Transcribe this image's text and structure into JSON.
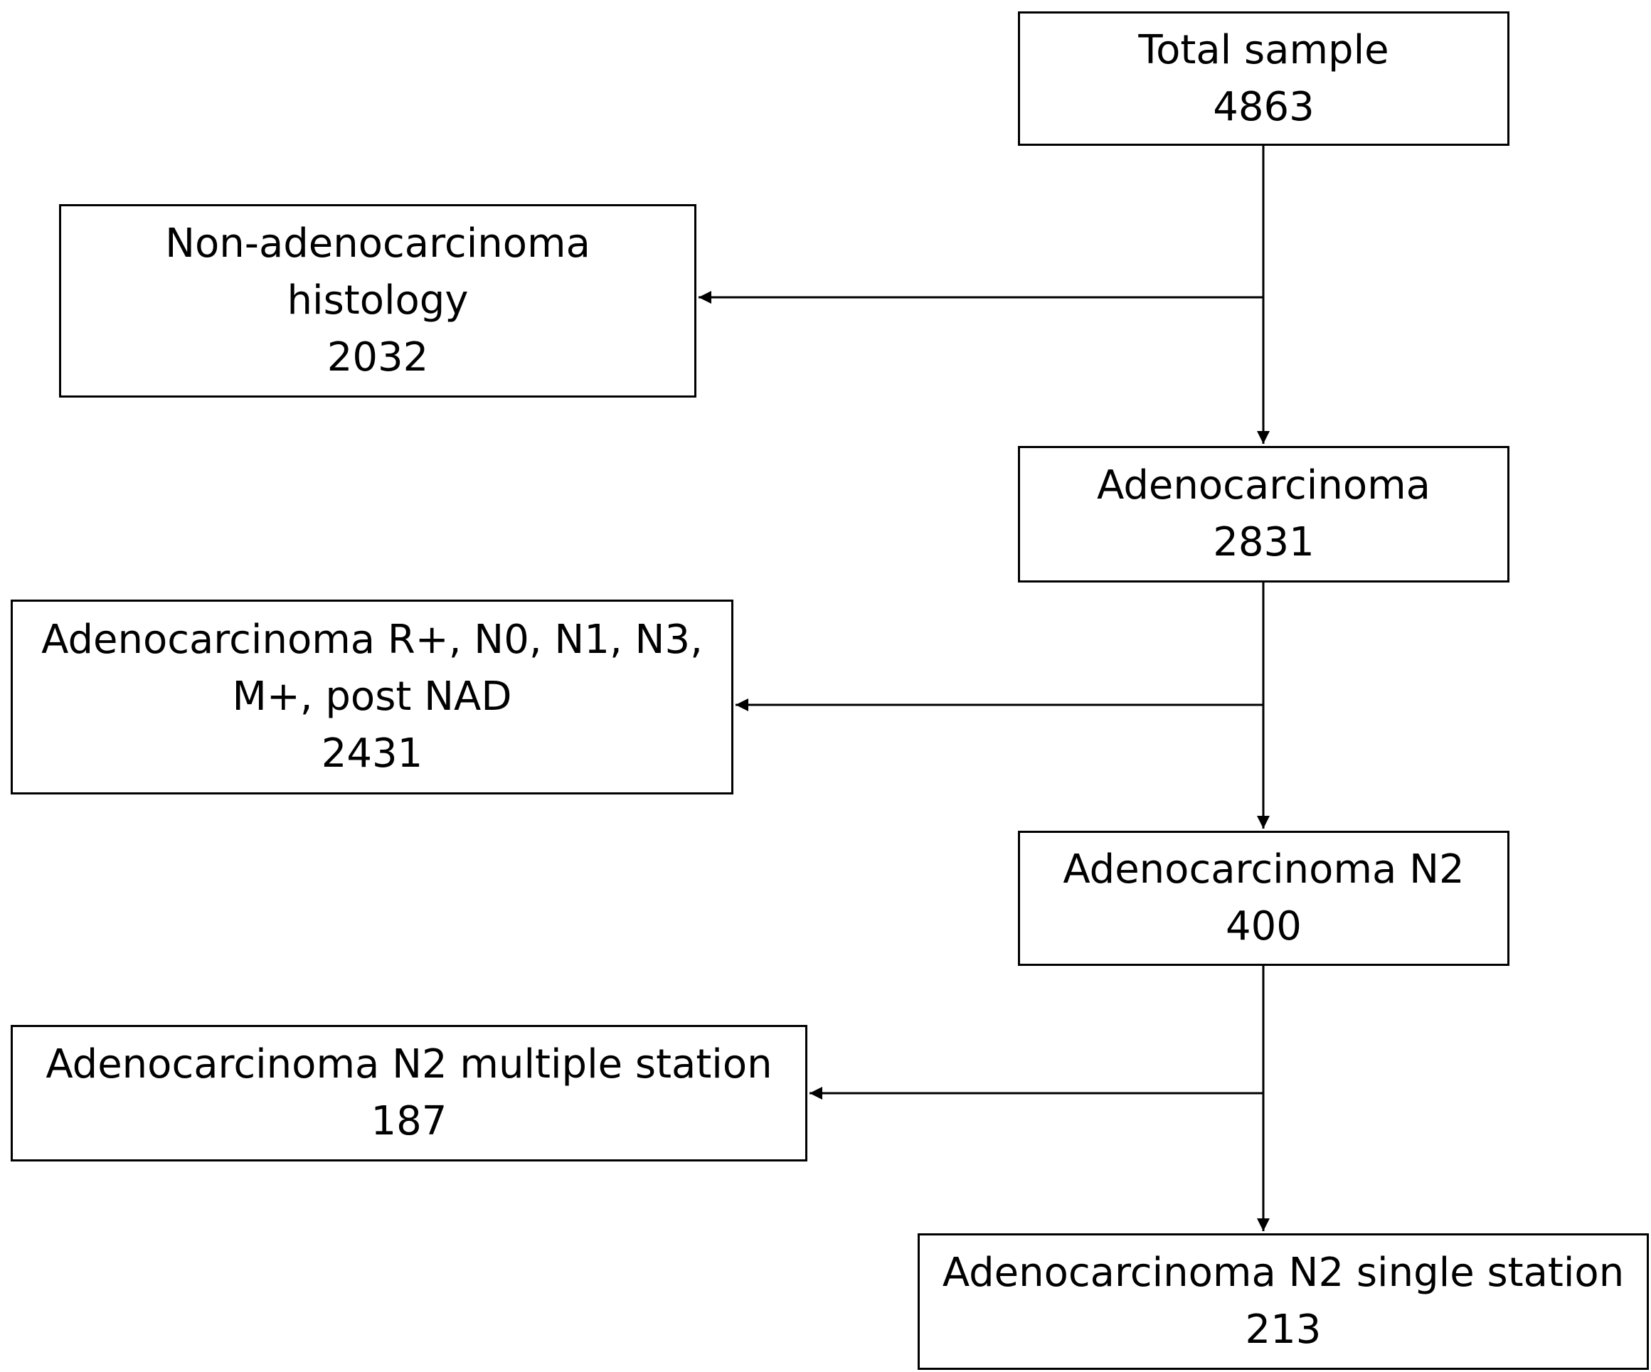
{
  "flowchart": {
    "total": {
      "label": "Total sample",
      "count": "4863"
    },
    "non_adenocarcinoma": {
      "line1": "Non-adenocarcinoma",
      "line2": "histology",
      "count": "2032"
    },
    "adenocarcinoma": {
      "label": "Adenocarcinoma",
      "count": "2831"
    },
    "excluded_adenocarcinoma": {
      "line1": "Adenocarcinoma R+, N0, N1, N3,",
      "line2": "M+, post NAD",
      "count": "2431"
    },
    "adenocarcinoma_n2": {
      "label": "Adenocarcinoma N2",
      "count": "400"
    },
    "n2_multiple_station": {
      "label": "Adenocarcinoma N2 multiple station",
      "count": "187"
    },
    "n2_single_station": {
      "label": "Adenocarcinoma N2 single station",
      "count": "213"
    }
  }
}
